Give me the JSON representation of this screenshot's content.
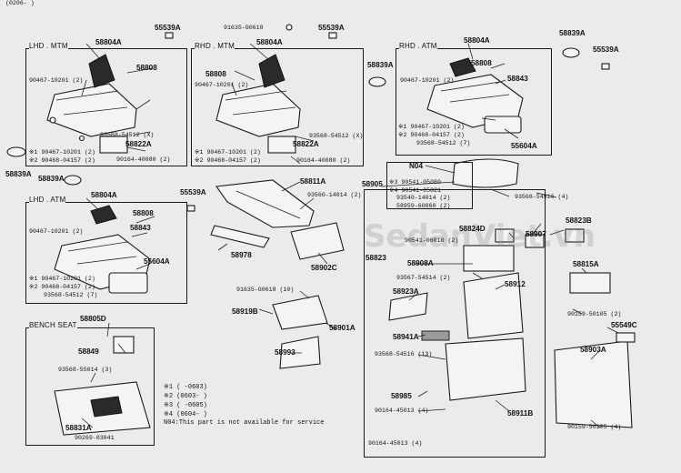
{
  "corner_note": "(0206-    )",
  "watermark": "SedanViet.vn",
  "boxes": {
    "lhd_mtm": "LHD . MTM",
    "rhd_mtm": "RHD . MTM",
    "rhd_atm": "RHD . ATM",
    "lhd_atm": "LHD . ATM",
    "bench_seat": "BENCH SEAT"
  },
  "labels": {
    "p55539a_1": "55539A",
    "p58804a_1": "58804A",
    "p58808_1": "58808",
    "p90467_1": "90467-10201 (2)",
    "p93568_1": "93568-54512 (X)",
    "p58822a_1": "58822A",
    "p90467_1b": "※1 90467-10201 (2)",
    "p90468_1": "※2 90468-04157 (2)",
    "p90164_1": "90164-40080 (2)",
    "p58839a_1": "58839A",
    "p58839a_2": "58839A",
    "p91635_1": "91635-G0618",
    "p58804a_2": "58804A",
    "p55539a_2": "55539A",
    "p58808_2": "58808",
    "p90467_2": "90467-10201 (2)",
    "p58839a_3": "58839A",
    "p93568_2": "93568-54512 (X)",
    "p58822a_2": "58822A",
    "p90467_2b": "※1 90467-10201 (2)",
    "p90468_2": "※2 90468-04157 (2)",
    "p90164_2": "90164-40080 (2)",
    "p58804a_3": "58804A",
    "p58839a_4": "58839A",
    "p55539a_3": "55539A",
    "p58808_3": "58808",
    "p58843_1": "58843",
    "p90467_3": "90467-10201 (2)",
    "p90467_3b": "※1 90467-10201 (2)",
    "p90468_3": "※2 90468-04157 (2)",
    "p93568_3": "93568-54512 (7)",
    "p55604a_1": "55604A",
    "p58804a_4": "58804A",
    "p55539a_4": "55539A",
    "p58808_4": "58808",
    "p58843_2": "58843",
    "p90467_4": "90467-10201 (2)",
    "p55604a_2": "55604A",
    "p90467_4b": "※1 90467-10201 (2)",
    "p90468_4": "※2 90468-04157 (2)",
    "p93568_4": "93568-54512 (7)",
    "p58811a": "58811A",
    "p93560": "93560-14014 (2)",
    "p58978": "58978",
    "p58902c": "58902C",
    "p58905": "58905",
    "pN04": "N04",
    "p390541": "※3 90541-05080",
    "p490541": "※4 90541-05021",
    "p93540": "93540-14014 (2)",
    "p58959": "58959-60060 (2)",
    "p93568_5": "93568-54516 (4)",
    "p58824d": "58824D",
    "p58907": "58907",
    "p58823b": "58823B",
    "p90541": "90541-06010 (2)",
    "p58823": "58823",
    "p58908a": "58908A",
    "p93567": "93567-54514 (2)",
    "p58815a": "58815A",
    "p58912": "58912",
    "p58923a": "58923A",
    "p90159_1": "90159-50105 (2)",
    "p55549c": "55549C",
    "p58941a": "58941A",
    "p58903a": "58903A",
    "p93568_6": "93568-54516 (13)",
    "p58985": "58985",
    "p90164_3": "90164-45013 (4)",
    "p58911b": "58911B",
    "p90159_2": "90159-50105 (4)",
    "p90164_4": "90164-45013 (4)",
    "p91635_2": "91635-G0618 (10)",
    "p58919b": "58919B",
    "p58901a": "58901A",
    "p58993": "58993",
    "p58805d": "58805D",
    "p58849": "58849",
    "p93568_7": "93568-55014 (3)",
    "p58831a": "58831A",
    "p90269": "90269-03041"
  },
  "legend": {
    "l1": "※1 (     -0603)",
    "l2": "※2 (0603-     )",
    "l3": "※3 (     -0605)",
    "l4": "※4 (0604-     )",
    "n04": "N04:This part is not available for service"
  }
}
